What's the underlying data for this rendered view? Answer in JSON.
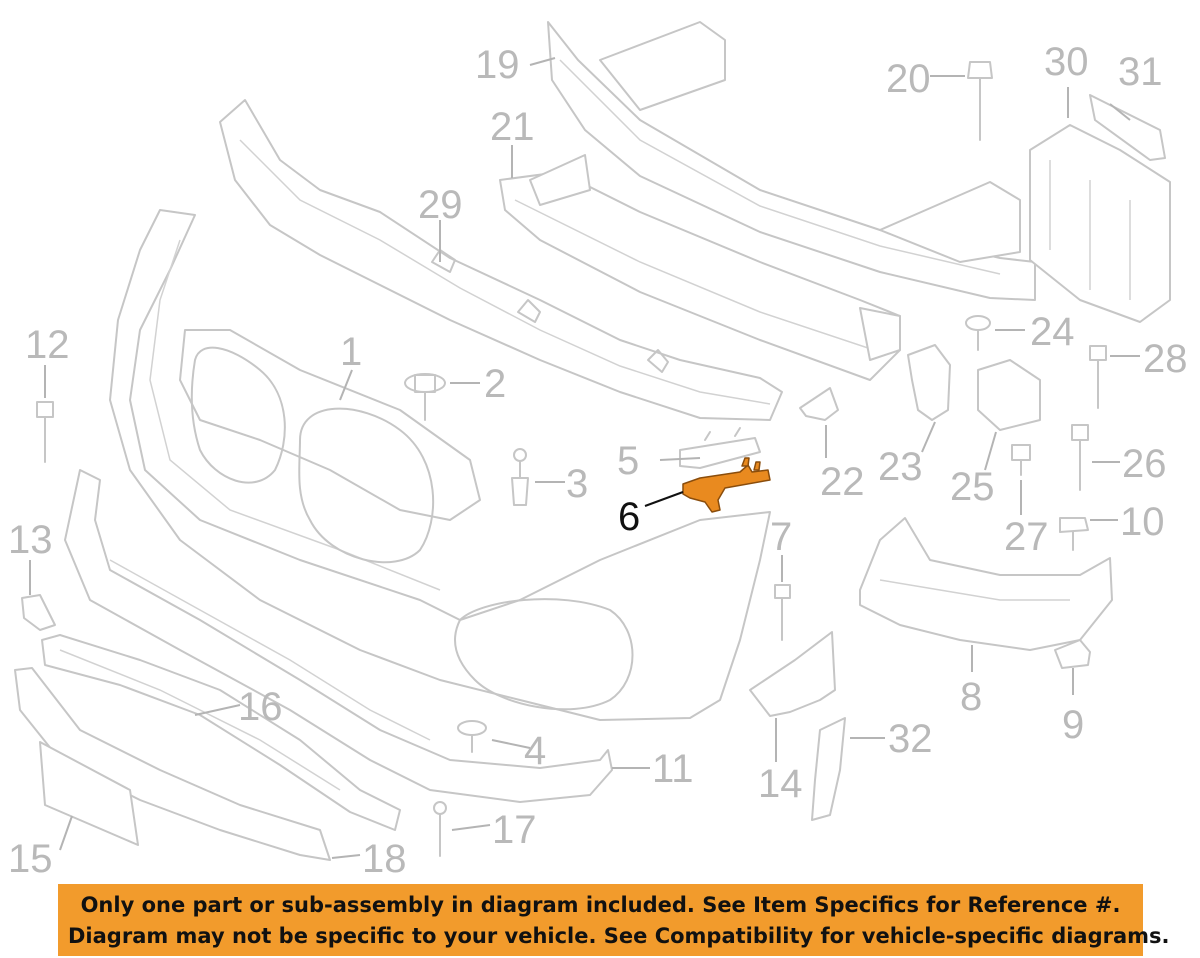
{
  "diagram": {
    "callouts": {
      "c1": "1",
      "c2": "2",
      "c3": "3",
      "c4": "4",
      "c5": "5",
      "c6": "6",
      "c7": "7",
      "c8": "8",
      "c9": "9",
      "c10": "10",
      "c11": "11",
      "c12": "12",
      "c13": "13",
      "c14": "14",
      "c15": "15",
      "c16": "16",
      "c17": "17",
      "c18": "18",
      "c19": "19",
      "c20": "20",
      "c21": "21",
      "c22": "22",
      "c23": "23",
      "c24": "24",
      "c25": "25",
      "c26": "26",
      "c27": "27",
      "c28": "28",
      "c29": "29",
      "c30": "30",
      "c31": "31",
      "c32": "32"
    },
    "highlighted_part": "6",
    "highlight_color": "#e98a1f",
    "line_color": "#c6c6c6"
  },
  "disclaimer": {
    "line1": "Only one part or sub-assembly in diagram included. See Item Specifics for Reference #.",
    "line2": "Diagram may not be specific to your vehicle. See Compatibility for vehicle-specific diagrams.",
    "background": "#f29b2c"
  }
}
